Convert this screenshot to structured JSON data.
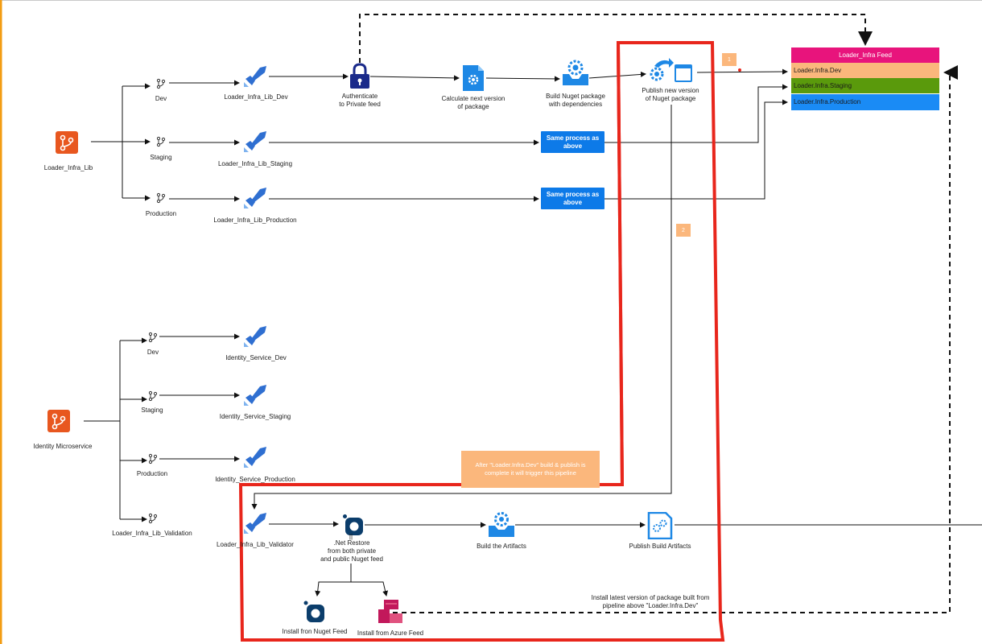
{
  "lib": {
    "repo": "Loader_Infra_Lib",
    "branches": [
      "Dev",
      "Staging",
      "Production"
    ],
    "pipelines": [
      "Loader_Infra_Lib_Dev",
      "Loader_Infra_Lib_Staging",
      "Loader_Infra_Lib_Production"
    ],
    "steps": {
      "auth": "Authenticate\nto Private feed",
      "calc": "Calculate next version\nof package",
      "build": "Build Nuget package\nwith dependencies",
      "publish": "Publish new version\nof Nuget package"
    },
    "same_process": "Same process as\nabove"
  },
  "feed": {
    "title": "Loader_Infra Feed",
    "rows": [
      "Loader.Infra.Dev",
      "Loader.Infra.Staging",
      "Loader.Infra.Production"
    ],
    "colors": {
      "title": "#e8147c",
      "dev": "#fbb77c",
      "staging": "#5a9a0c",
      "production": "#1a8bf5"
    }
  },
  "badges": [
    "1",
    "2"
  ],
  "service": {
    "repo": "Identity Microservice",
    "branches": [
      "Dev",
      "Staging",
      "Production",
      "Loader_Infra_Lib_Validation"
    ],
    "pipelines": [
      "Identity_Service_Dev",
      "Identity_Service_Staging",
      "Identity_Service_Production",
      "Loader_Infra_Lib_Validator"
    ],
    "steps": {
      "restore": ".Net Restore\nfrom both private\nand public Nuget feed",
      "build": "Build the Artifacts",
      "publish": "Publish Build Artifacts",
      "nuget": "Install fron Nuget Feed",
      "azure": "Install from Azure Feed"
    }
  },
  "notes": {
    "trigger": "After \"Loader.Infra.Dev\" build & publish is\ncomplete it will trigger this pipeline",
    "install": "Install latest version of package built from\npipeline above \"Loader.Infra.Dev\""
  },
  "colors": {
    "highlight": "#e8261c",
    "left_border": "#f39c12",
    "azure_blue": "#2f6fd1",
    "repo_orange": "#e8571f"
  }
}
